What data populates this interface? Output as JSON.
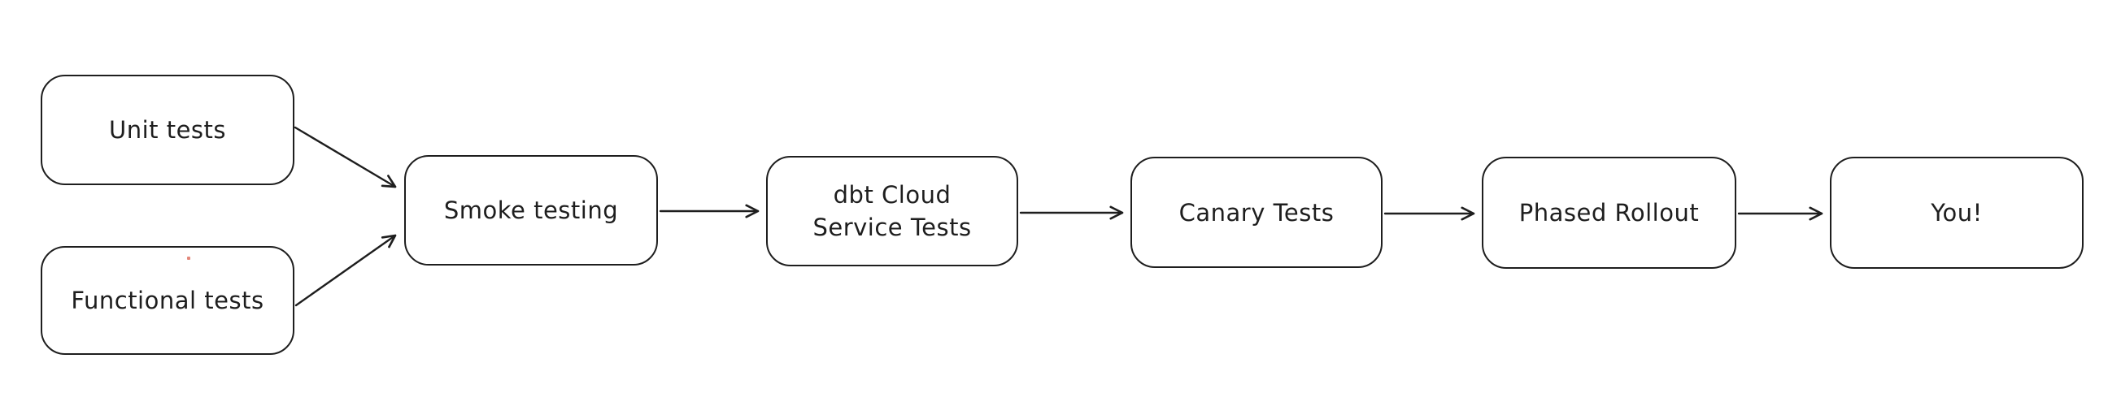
{
  "diagram": {
    "type": "flowchart",
    "style": "hand-drawn (excalidraw-like)",
    "background_color": "#ffffff",
    "stroke_color": "#1e1e1e",
    "node_fill_color": "#ffffff",
    "nodes": [
      {
        "id": "unit-tests",
        "label": "Unit tests"
      },
      {
        "id": "functional-tests",
        "label": "Functional tests"
      },
      {
        "id": "smoke-testing",
        "label": "Smoke testing"
      },
      {
        "id": "dbt-cloud-service-tests",
        "label": "dbt Cloud\nService Tests"
      },
      {
        "id": "canary-tests",
        "label": "Canary Tests"
      },
      {
        "id": "phased-rollout",
        "label": "Phased Rollout"
      },
      {
        "id": "you",
        "label": "You!"
      }
    ],
    "edges": [
      {
        "from": "unit-tests",
        "to": "smoke-testing"
      },
      {
        "from": "functional-tests",
        "to": "smoke-testing"
      },
      {
        "from": "smoke-testing",
        "to": "dbt-cloud-service-tests"
      },
      {
        "from": "dbt-cloud-service-tests",
        "to": "canary-tests"
      },
      {
        "from": "canary-tests",
        "to": "phased-rollout"
      },
      {
        "from": "phased-rollout",
        "to": "you"
      }
    ]
  }
}
